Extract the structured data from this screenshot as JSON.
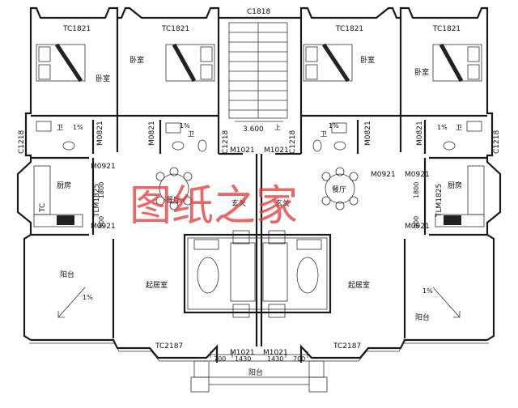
{
  "labels": {
    "c1818": "C1818",
    "tc1821": "TC1821",
    "bedroom": "卧室",
    "m0821": "M0821",
    "c1218": "C1218",
    "toilet": "卫",
    "pct": "1%",
    "level": "3.600",
    "up": "上",
    "m1021": "M1021",
    "m0921": "M0921",
    "kitchen": "厨房",
    "tlm1825": "TLM1825",
    "dim1800": "1800",
    "dim900": "900",
    "tc": "TC",
    "dining": "餐厅",
    "foyer": "玄关",
    "living": "起居室",
    "balcony": "阳台",
    "tc2187": "TC2187",
    "dim700": "700",
    "dim1430": "1430",
    "watermark": "图纸之家"
  },
  "colors": {
    "wall": "#1a1a1a",
    "line": "#333333",
    "watermark": "#e13c3c"
  }
}
